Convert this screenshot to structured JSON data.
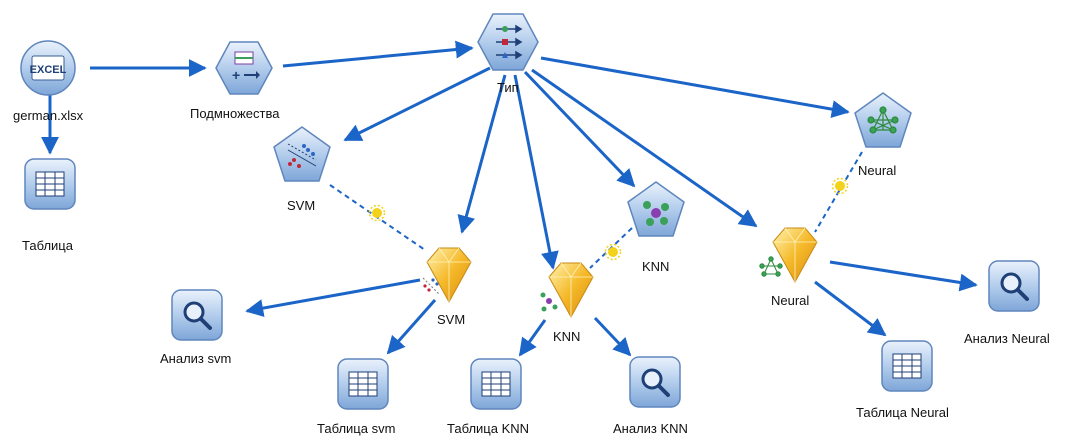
{
  "diagram": {
    "nodes": {
      "excel": {
        "label": "german.xlsx",
        "icon_text": "EXCEL",
        "icon": "excel-source-icon"
      },
      "subset": {
        "label": "Подмножества",
        "icon": "partition-icon"
      },
      "type": {
        "label": "Тип",
        "icon": "type-icon"
      },
      "table1": {
        "label": "Таблица",
        "icon": "table-icon"
      },
      "svm_model": {
        "label": "SVM",
        "icon": "svm-model-icon"
      },
      "svm_nugget": {
        "label": "SVM",
        "icon": "svm-nugget-icon"
      },
      "knn_model": {
        "label": "KNN",
        "icon": "knn-model-icon"
      },
      "knn_nugget": {
        "label": "KNN",
        "icon": "knn-nugget-icon"
      },
      "neural_model": {
        "label": "Neural",
        "icon": "neural-model-icon"
      },
      "neural_nugget": {
        "label": "Neural",
        "icon": "neural-nugget-icon"
      },
      "analysis_svm": {
        "label": "Анализ svm",
        "icon": "analysis-icon"
      },
      "table_svm": {
        "label": "Таблица svm",
        "icon": "table-icon"
      },
      "table_knn": {
        "label": "Таблица KNN",
        "icon": "table-icon"
      },
      "analysis_knn": {
        "label": "Анализ KNN",
        "icon": "analysis-icon"
      },
      "analysis_neural": {
        "label": "Анализ Neural",
        "icon": "analysis-icon"
      },
      "table_neural": {
        "label": "Таблица Neural",
        "icon": "table-icon"
      }
    },
    "colors": {
      "arrow": "#1b64c8",
      "node_fill": "#a9c7ea",
      "nugget": "#f0a81a",
      "star": "#f2d21b"
    }
  }
}
